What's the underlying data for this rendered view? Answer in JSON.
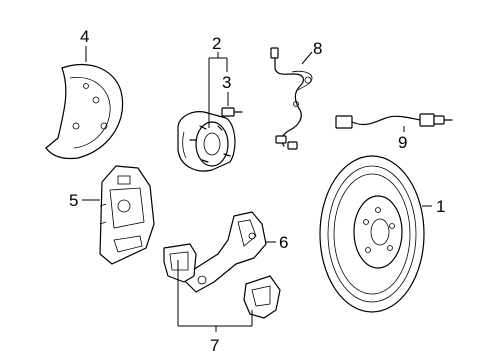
{
  "diagram": {
    "callouts": [
      {
        "id": "1",
        "text": "1",
        "part": "brake-rotor"
      },
      {
        "id": "2",
        "text": "2",
        "part": "hub-and-bearing"
      },
      {
        "id": "3",
        "text": "3",
        "part": "wheel-stud"
      },
      {
        "id": "4",
        "text": "4",
        "part": "splash-shield"
      },
      {
        "id": "5",
        "text": "5",
        "part": "caliper"
      },
      {
        "id": "6",
        "text": "6",
        "part": "caliper-support"
      },
      {
        "id": "7",
        "text": "7",
        "part": "brake-pads"
      },
      {
        "id": "8",
        "text": "8",
        "part": "front-abs-sensor"
      },
      {
        "id": "9",
        "text": "9",
        "part": "rear-abs-sensor"
      }
    ]
  }
}
